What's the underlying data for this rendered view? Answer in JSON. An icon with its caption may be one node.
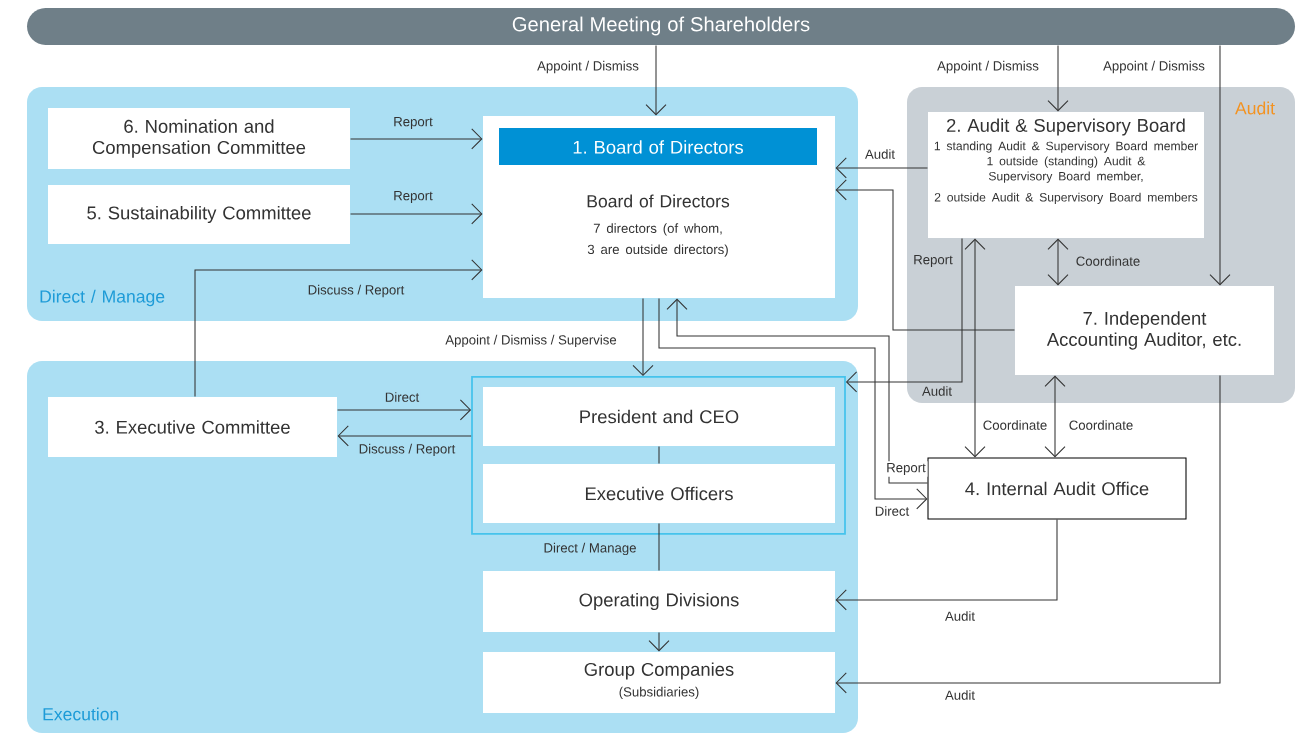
{
  "diagram": {
    "nodes": [
      {
        "text": [
          "General Meeting of Shareholders"
        ]
      },
      {
        "text": [
          "Direct / Manage"
        ]
      },
      {
        "text": [
          "Audit"
        ]
      },
      {
        "text": [
          "Execution"
        ]
      },
      {
        "text": [
          "6. Nomination and Compensation Committee"
        ],
        "in": 1
      },
      {
        "text": [
          "5. Sustainability Committee"
        ],
        "in": 1
      },
      {
        "text": [
          "1. Board of Directors",
          "Board of Directors",
          "7 directors (of whom, 3 are outside directors)"
        ],
        "in": 1
      },
      {
        "text": [
          "2. Audit & Supervisory Board",
          "1 standing Audit & Supervisory Board member",
          "1 outside (standing) Audit & Supervisory Board member,",
          "2 outside Audit & Supervisory Board members"
        ],
        "in": 2
      },
      {
        "text": [
          "7. Independent Accounting Auditor, etc."
        ],
        "in": 2
      },
      {
        "text": [
          "3. Executive Committee"
        ],
        "in": 3
      },
      {
        "text": [],
        "shape": "box",
        "in": 3
      },
      {
        "text": [
          "President and CEO"
        ],
        "in": 10
      },
      {
        "text": [
          "Executive Officers"
        ],
        "in": 10
      },
      {
        "text": [
          "Operating Divisions"
        ],
        "in": 3
      },
      {
        "text": [
          "Group Companies",
          "(Subsidiaries)"
        ],
        "in": 3
      },
      {
        "text": [
          "4. Internal Audit Office"
        ]
      }
    ],
    "edges": [
      {
        "from": 0,
        "to": 6,
        "arrow": "to",
        "label": "Appoint / Dismiss"
      },
      {
        "from": 0,
        "to": 7,
        "arrow": "to",
        "label": "Appoint / Dismiss"
      },
      {
        "from": 0,
        "to": 8,
        "arrow": "to",
        "label": "Appoint / Dismiss"
      },
      {
        "from": 4,
        "to": 6,
        "arrow": "to",
        "label": "Report"
      },
      {
        "from": 5,
        "to": 6,
        "arrow": "to",
        "label": "Report"
      },
      {
        "from": 9,
        "to": 6,
        "arrow": "to",
        "label": "Discuss / Report"
      },
      {
        "from": 6,
        "to": 10,
        "arrow": "to",
        "label": "Appoint / Dismiss / Supervise"
      },
      {
        "from": 9,
        "to": 10,
        "arrow": "to",
        "label": "Direct"
      },
      {
        "from": 10,
        "to": 9,
        "arrow": "to",
        "label": "Discuss / Report"
      },
      {
        "from": 11,
        "to": 12,
        "arrow": "none"
      },
      {
        "from": 12,
        "to": 13,
        "arrow": "none",
        "label": "Direct / Manage"
      },
      {
        "from": 13,
        "to": 14,
        "arrow": "to"
      },
      {
        "from": 7,
        "to": 6,
        "arrow": "to",
        "label": "Audit"
      },
      {
        "from": 8,
        "to": 6,
        "arrow": "to"
      },
      {
        "from": 7,
        "to": 10,
        "arrow": "to",
        "label": "Audit"
      },
      {
        "from": 7,
        "to": 15,
        "arrow": "both",
        "label": "Coordinate"
      },
      {
        "from": 7,
        "to": 8,
        "arrow": "both",
        "label": "Coordinate"
      },
      {
        "from": 8,
        "to": 15,
        "arrow": "both",
        "label": "Coordinate"
      },
      {
        "from": 6,
        "to": 15,
        "arrow": "to",
        "label": "Direct"
      },
      {
        "from": 15,
        "to": 6,
        "arrow": "to",
        "label": "Report"
      },
      {
        "from": 15,
        "to": 13,
        "arrow": "to",
        "label": "Audit"
      },
      {
        "from": 8,
        "to": 14,
        "arrow": "to",
        "label": "Audit"
      }
    ],
    "labels": [
      "Report"
    ]
  }
}
